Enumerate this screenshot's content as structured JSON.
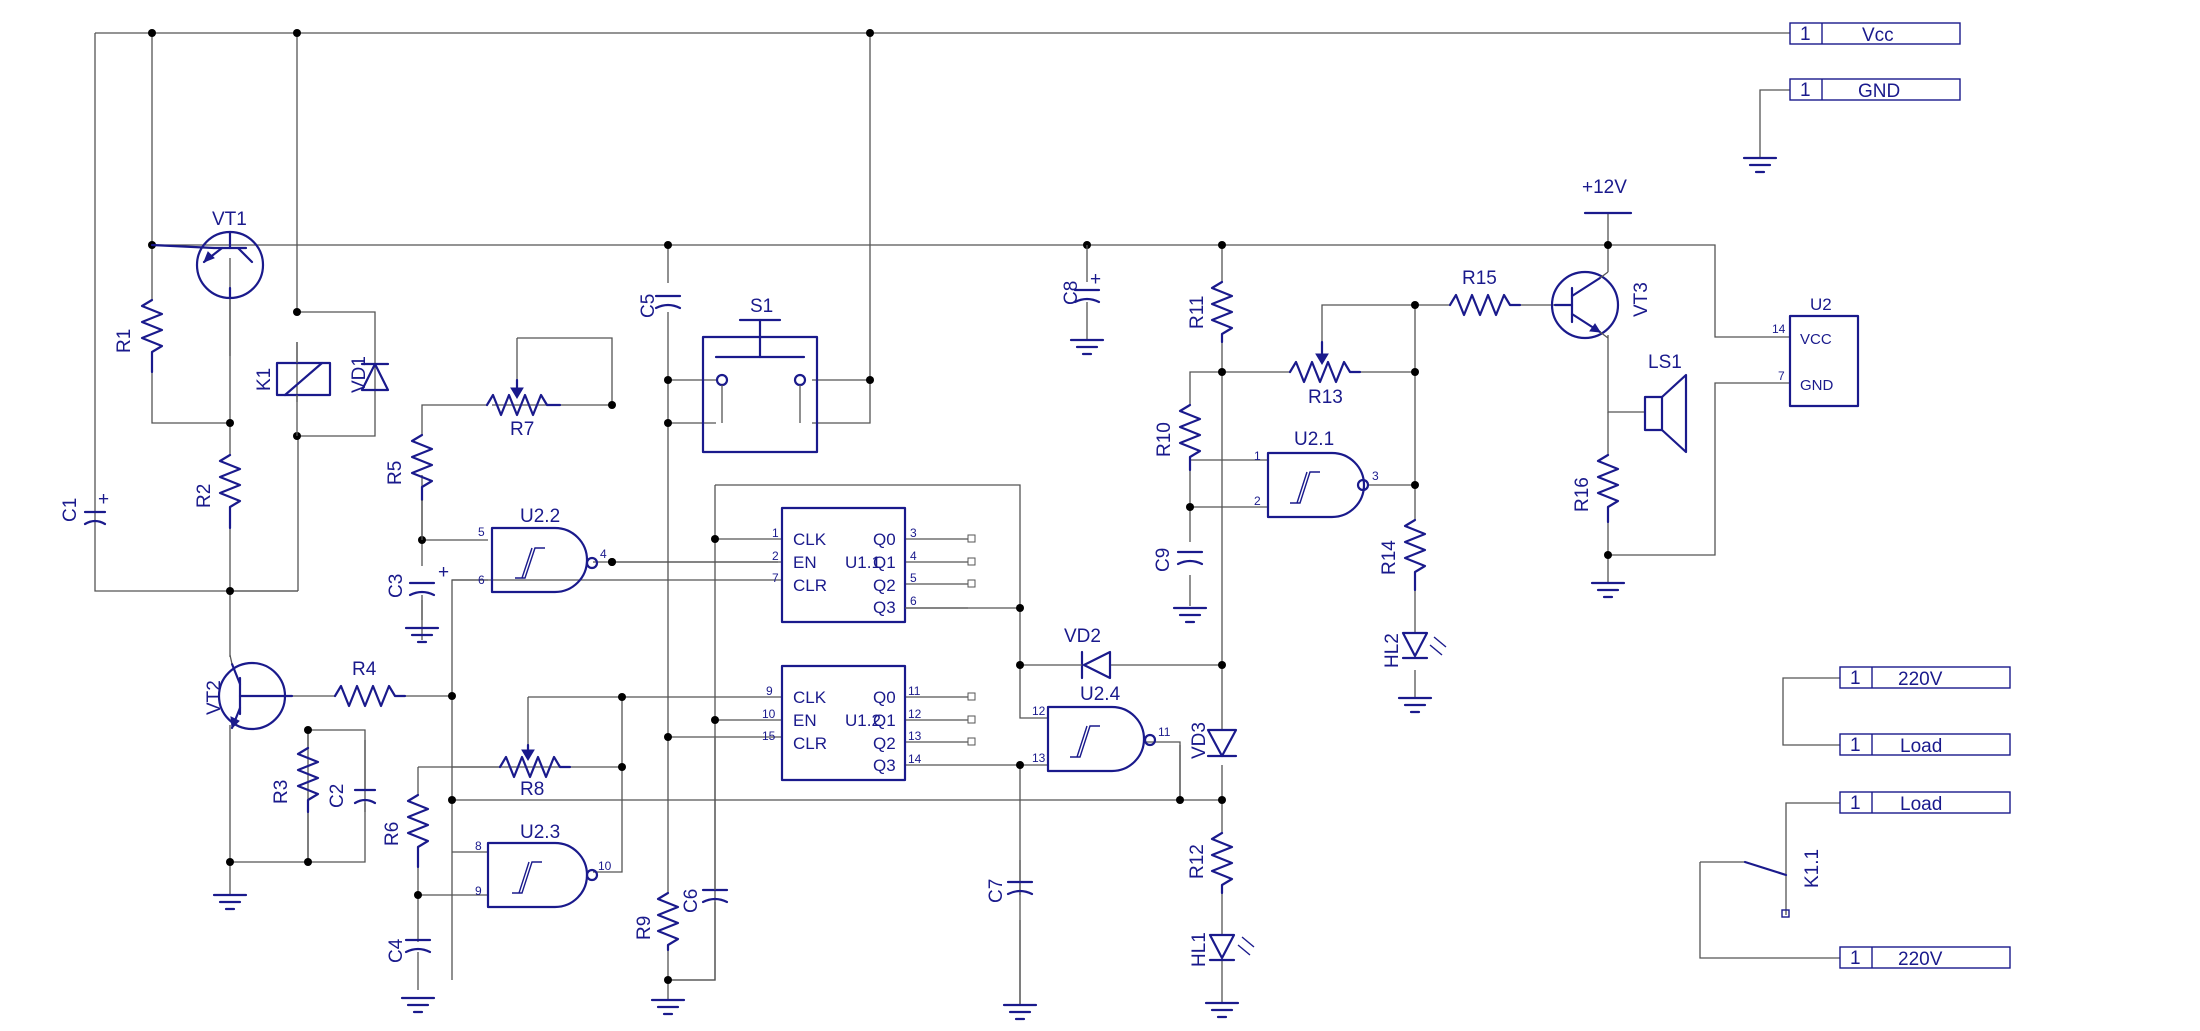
{
  "connectors": {
    "vcc": {
      "pin": "1",
      "label": "Vcc"
    },
    "gnd": {
      "pin": "1",
      "label": "GND"
    },
    "mains_a1": {
      "pin": "1",
      "label": "220V"
    },
    "load_a": {
      "pin": "1",
      "label": "Load"
    },
    "load_b": {
      "pin": "1",
      "label": "Load"
    },
    "mains_b1": {
      "pin": "1",
      "label": "220V"
    }
  },
  "supply": {
    "plus12": "+12V"
  },
  "ic": {
    "u11": {
      "name": "U1.1",
      "pins_left": [
        "CLK",
        "EN",
        "CLR"
      ],
      "pins_right": [
        "Q0",
        "Q1",
        "Q2",
        "Q3"
      ],
      "pinnums_left": [
        "1",
        "2",
        "7"
      ],
      "pinnums_right": [
        "3",
        "4",
        "5",
        "6"
      ]
    },
    "u12": {
      "name": "U1.2",
      "pins_left": [
        "CLK",
        "EN",
        "CLR"
      ],
      "pins_right": [
        "Q0",
        "Q1",
        "Q2",
        "Q3"
      ],
      "pinnums_left": [
        "9",
        "10",
        "15"
      ],
      "pinnums_right": [
        "11",
        "12",
        "13",
        "14"
      ]
    },
    "u2": {
      "name": "U2",
      "pins": [
        "VCC",
        "GND"
      ],
      "pinnums": [
        "14",
        "7"
      ]
    }
  },
  "gates": {
    "u21": {
      "name": "U2.1",
      "pins": [
        "1",
        "2",
        "3"
      ]
    },
    "u22": {
      "name": "U2.2",
      "pins": [
        "5",
        "6",
        "4"
      ]
    },
    "u23": {
      "name": "U2.3",
      "pins": [
        "8",
        "9",
        "10"
      ]
    },
    "u24": {
      "name": "U2.4",
      "pins": [
        "12",
        "13",
        "11"
      ]
    }
  },
  "designators": {
    "vt1": "VT1",
    "vt2": "VT2",
    "vt3": "VT3",
    "r1": "R1",
    "r2": "R2",
    "r3": "R3",
    "r4": "R4",
    "r5": "R5",
    "r6": "R6",
    "r7": "R7",
    "r8": "R8",
    "r9": "R9",
    "r10": "R10",
    "r11": "R11",
    "r12": "R12",
    "r13": "R13",
    "r14": "R14",
    "r15": "R15",
    "r16": "R16",
    "c1": "C1",
    "c2": "C2",
    "c3": "C3",
    "c4": "C4",
    "c5": "C5",
    "c6": "C6",
    "c7": "C7",
    "c8": "C8",
    "c9": "C9",
    "k1": "K1",
    "k11": "K1.1",
    "vd1": "VD1",
    "vd2": "VD2",
    "vd3": "VD3",
    "hl1": "HL1",
    "hl2": "HL2",
    "s1": "S1",
    "ls1": "LS1"
  },
  "marks": {
    "plus": "+"
  },
  "colors": {
    "symbol": "#1a1a8c",
    "wire": "#555555",
    "junction": "#000000",
    "background": "#ffffff"
  }
}
